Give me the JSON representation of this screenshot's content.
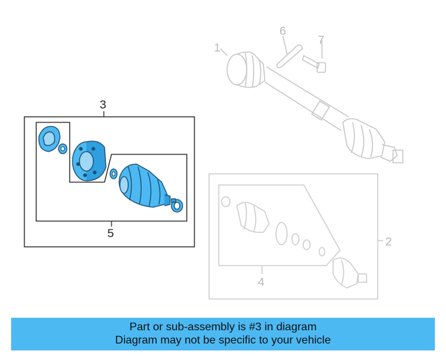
{
  "callouts": {
    "c1": "1",
    "c2": "2",
    "c3": "3",
    "c4": "4",
    "c5": "5",
    "c6": "6",
    "c7": "7"
  },
  "banner": {
    "line1": "Part or sub-assembly is #3 in diagram",
    "line2": "Diagram may not be specific to your vehicle"
  },
  "colors": {
    "highlight_fill": "#4db9f3",
    "highlight_stroke": "#1a4f73",
    "ghost_stroke": "#c8c8c8",
    "banner_bg": "#4db9f3"
  }
}
